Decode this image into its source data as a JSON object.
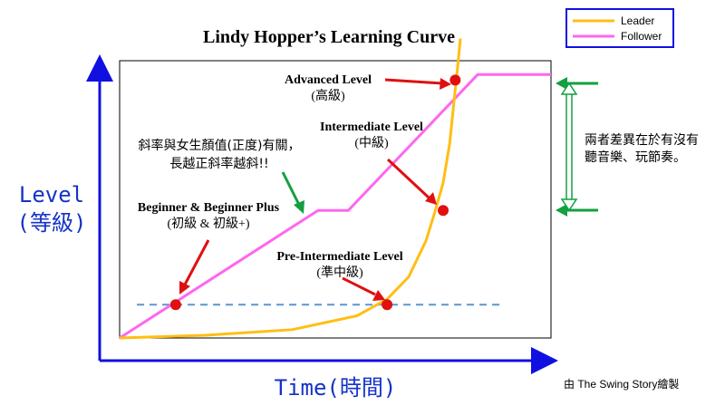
{
  "chart_data": {
    "type": "line",
    "title": "Lindy Hopper’s Learning Curve",
    "xlabel": "Time(時間)",
    "ylabel_line1": "Level",
    "ylabel_line2": "(等級)",
    "x": [
      0,
      10,
      20,
      30,
      40,
      50,
      60,
      70,
      80,
      90,
      100
    ],
    "xlim": [
      0,
      100
    ],
    "ylim": [
      0,
      100
    ],
    "grid": false,
    "legend_position": "top-right",
    "series": [
      {
        "name": "Leader",
        "color": "#ffbe14",
        "points": [
          [
            0,
            0
          ],
          [
            20,
            1
          ],
          [
            40,
            3
          ],
          [
            55,
            8
          ],
          [
            62,
            14
          ],
          [
            67,
            22
          ],
          [
            71,
            35
          ],
          [
            73,
            45
          ],
          [
            75,
            56
          ],
          [
            76.5,
            70
          ],
          [
            77.5,
            85
          ],
          [
            78.3,
            97
          ],
          [
            79,
            108
          ]
        ]
      },
      {
        "name": "Follower",
        "color": "#ff66f0",
        "points": [
          [
            0,
            0
          ],
          [
            46,
            46
          ],
          [
            53,
            46
          ],
          [
            83,
            95
          ],
          [
            100,
            95
          ]
        ]
      }
    ],
    "reference_line": {
      "y": 12,
      "x_start": 4,
      "x_end": 89,
      "color": "#5a96d2"
    },
    "markers": [
      {
        "x": 13,
        "y": 12,
        "color": "#e01010"
      },
      {
        "x": 62,
        "y": 12,
        "color": "#e01010"
      },
      {
        "x": 75,
        "y": 46,
        "color": "#e01010"
      },
      {
        "x": 77.8,
        "y": 93,
        "color": "#e01010"
      }
    ],
    "annotations": {
      "advanced": {
        "title": "Advanced Level",
        "sub": "(高級)"
      },
      "intermediate": {
        "title": "Intermediate Level",
        "sub": "(中級)"
      },
      "beginner": {
        "title": "Beginner & Beginner Plus",
        "sub": "(初級 & 初級+)"
      },
      "pre_intermediate": {
        "title": "Pre-Intermediate Level",
        "sub": "(準中級)"
      },
      "slope_note_line1": "斜率與女生顏值(正度)有關，",
      "slope_note_line2": "長越正斜率越斜!!",
      "difference_note_line1": "兩者差異在於有沒有",
      "difference_note_line2": "聽音樂、玩節奏。"
    },
    "credit": "由 The Swing Story繪製"
  }
}
